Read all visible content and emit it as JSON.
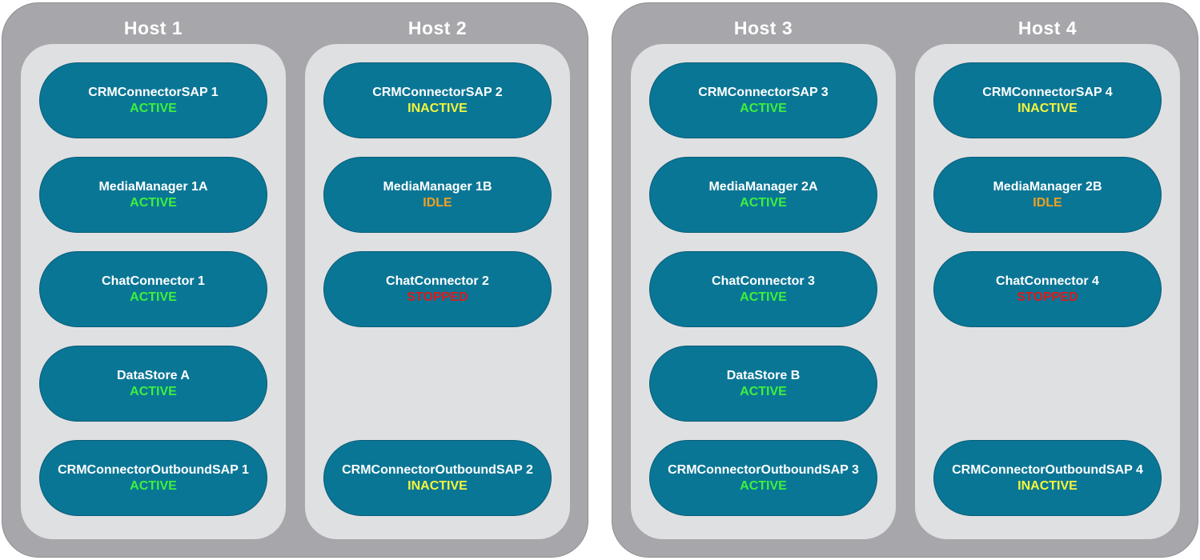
{
  "hosts": [
    {
      "title": "Host 1",
      "services": [
        {
          "name": "CRMConnectorSAP 1",
          "status": "ACTIVE"
        },
        {
          "name": "MediaManager 1A",
          "status": "ACTIVE"
        },
        {
          "name": "ChatConnector 1",
          "status": "ACTIVE"
        },
        {
          "name": "DataStore A",
          "status": "ACTIVE"
        },
        {
          "name": "CRMConnectorOutboundSAP 1",
          "status": "ACTIVE"
        }
      ]
    },
    {
      "title": "Host 2",
      "services": [
        {
          "name": "CRMConnectorSAP 2",
          "status": "INACTIVE"
        },
        {
          "name": "MediaManager 1B",
          "status": "IDLE"
        },
        {
          "name": "ChatConnector 2",
          "status": "STOPPED"
        },
        {
          "name": "CRMConnectorOutboundSAP 2",
          "status": "INACTIVE"
        }
      ]
    },
    {
      "title": "Host 3",
      "services": [
        {
          "name": "CRMConnectorSAP 3",
          "status": "ACTIVE"
        },
        {
          "name": "MediaManager 2A",
          "status": "ACTIVE"
        },
        {
          "name": "ChatConnector 3",
          "status": "ACTIVE"
        },
        {
          "name": "DataStore B",
          "status": "ACTIVE"
        },
        {
          "name": "CRMConnectorOutboundSAP 3",
          "status": "ACTIVE"
        }
      ]
    },
    {
      "title": "Host 4",
      "services": [
        {
          "name": "CRMConnectorSAP 4",
          "status": "INACTIVE"
        },
        {
          "name": "MediaManager 2B",
          "status": "IDLE"
        },
        {
          "name": "ChatConnector 4",
          "status": "STOPPED"
        },
        {
          "name": "CRMConnectorOutboundSAP 4",
          "status": "INACTIVE"
        }
      ]
    }
  ],
  "status_colors": {
    "ACTIVE": "#3cf13c",
    "INACTIVE": "#f5f53a",
    "IDLE": "#f0a020",
    "STOPPED": "#e01818"
  },
  "colors": {
    "outer_container": "#a7a7ab",
    "host_panel": "#dfe0e2",
    "service_pill": "#0a7696",
    "service_text": "#ffffff"
  }
}
